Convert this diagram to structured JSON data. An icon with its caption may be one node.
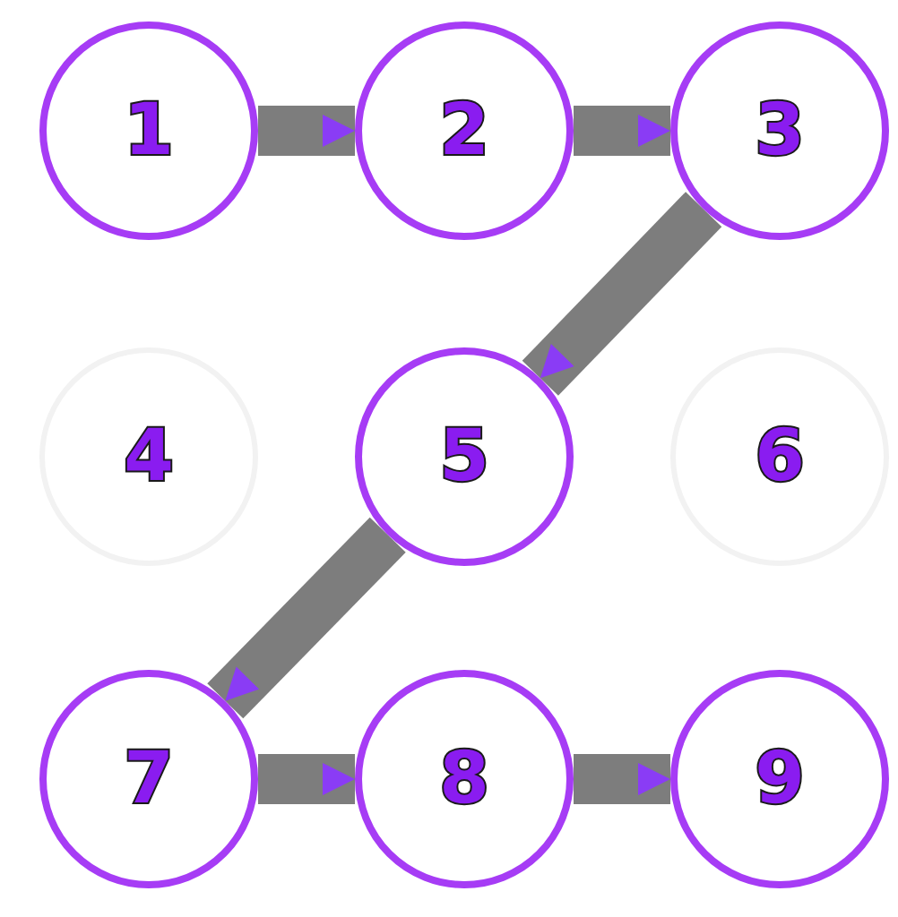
{
  "diagram": {
    "nodes": [
      {
        "text": [
          "1"
        ]
      },
      {
        "text": [
          "2"
        ]
      },
      {
        "text": [
          "3"
        ]
      },
      {
        "text": [
          "4"
        ]
      },
      {
        "text": [
          "5"
        ]
      },
      {
        "text": [
          "6"
        ]
      },
      {
        "text": [
          "7"
        ]
      },
      {
        "text": [
          "8"
        ]
      },
      {
        "text": [
          "9"
        ]
      }
    ],
    "edges": [
      {
        "from": 0,
        "to": 1,
        "arrow": "to"
      },
      {
        "from": 1,
        "to": 2,
        "arrow": "to"
      },
      {
        "from": 2,
        "to": 4,
        "arrow": "to"
      },
      {
        "from": 4,
        "to": 6,
        "arrow": "to"
      },
      {
        "from": 6,
        "to": 7,
        "arrow": "to"
      },
      {
        "from": 7,
        "to": 8,
        "arrow": "to"
      }
    ]
  }
}
